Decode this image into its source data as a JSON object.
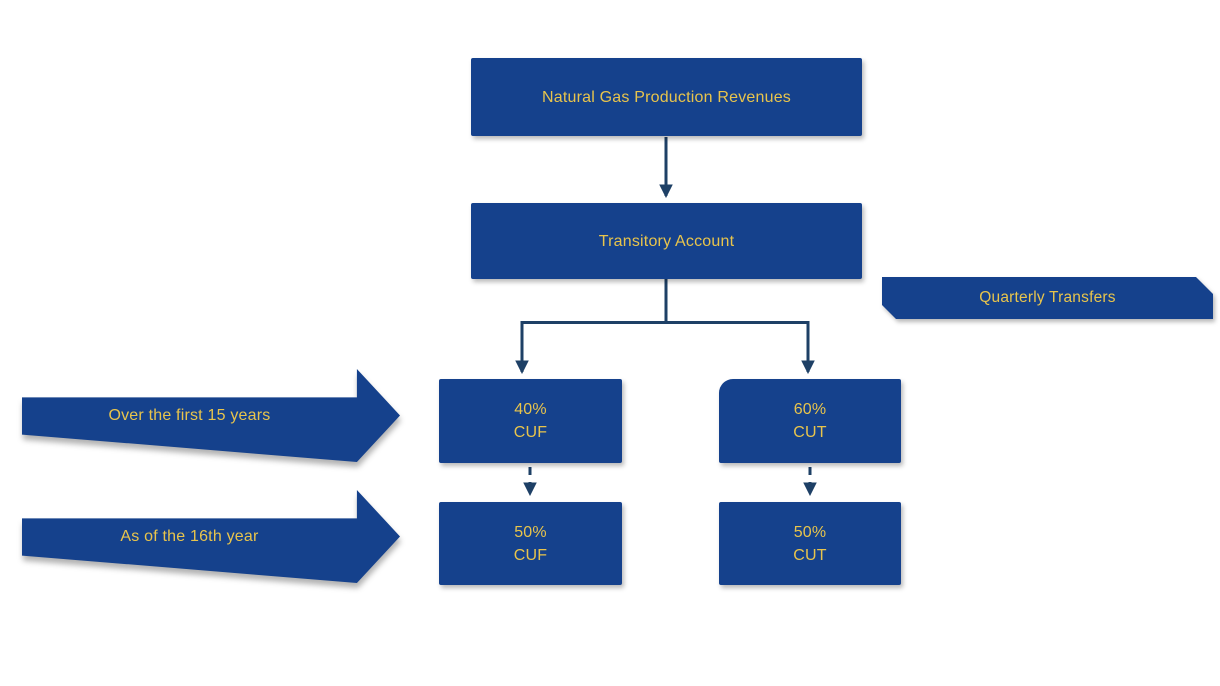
{
  "colors": {
    "box_blue": "#15418c",
    "connector_navy": "#1e4066",
    "text_gold": "#e8c44c",
    "background": "#ffffff"
  },
  "diagram": {
    "root_box": {
      "label": "Natural Gas Production Revenues"
    },
    "transitory_box": {
      "label": "Transitory Account"
    },
    "ribbon": {
      "label": "Quarterly Transfers"
    },
    "branch_boxes": [
      {
        "line1": "40%",
        "line2": "CUF"
      },
      {
        "line1": "60%",
        "line2": "CUT"
      }
    ],
    "second_row_boxes": [
      {
        "line1": "50%",
        "line2": "CUF"
      },
      {
        "line1": "50%",
        "line2": "CUT"
      }
    ],
    "period_arrows": [
      {
        "label": "Over the first 15 years"
      },
      {
        "label": "As of the 16th year"
      }
    ]
  }
}
